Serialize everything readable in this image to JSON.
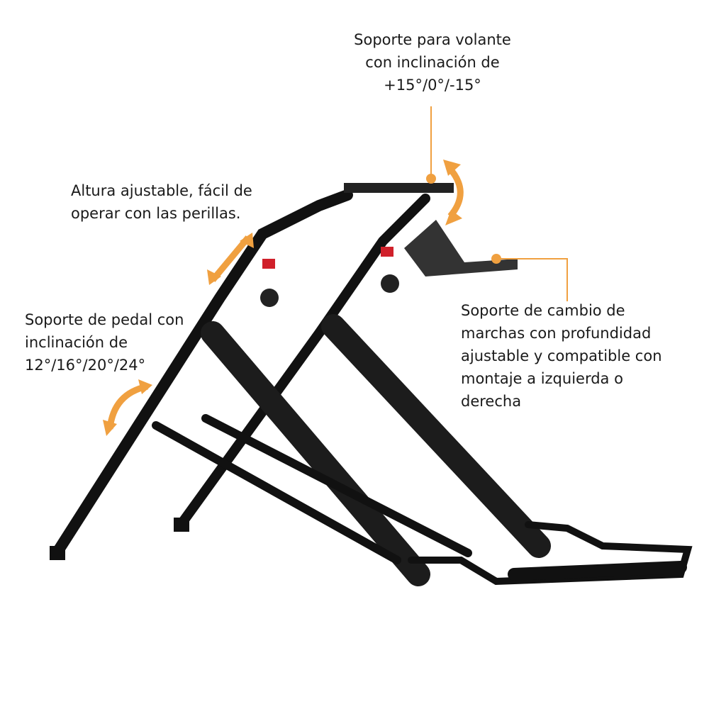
{
  "annotations": {
    "wheel_mount": "Soporte para volante\ncon inclinación de\n+15°/0°/-15°",
    "height": "Altura ajustable, fácil de\noperar con las perillas.",
    "pedal_mount": "Soporte de pedal con\ninclinación de\n12°/16°/20°/24°",
    "shifter_mount": "Soporte de cambio de\nmarchas con profundidad\najustable y compatible con\nmontaje a izquierda o\nderecha"
  },
  "colors": {
    "accent": "#f0a040",
    "frame": "#111111",
    "collar": "#d0202a"
  }
}
